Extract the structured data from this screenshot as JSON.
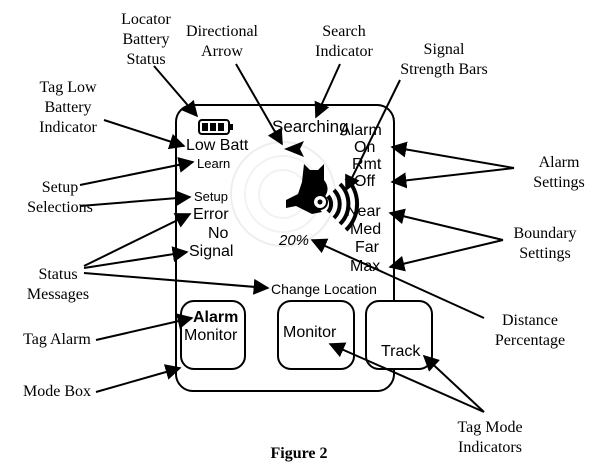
{
  "callouts": {
    "locator_battery_status": "Locator\nBattery\nStatus",
    "directional_arrow": "Directional\nArrow",
    "search_indicator": "Search\nIndicator",
    "signal_strength_bars": "Signal\nStrength Bars",
    "tag_low_battery_indicator": "Tag Low\nBattery\nIndicator",
    "setup_selections": "Setup\nSelections",
    "status_messages": "Status\nMessages",
    "tag_alarm": "Tag Alarm",
    "mode_box": "Mode Box",
    "alarm_settings": "Alarm\nSettings",
    "boundary_settings": "Boundary\nSettings",
    "distance_percentage": "Distance\nPercentage",
    "tag_mode_indicators": "Tag Mode\nIndicators",
    "figure_caption": "Figure 2"
  },
  "screen": {
    "searching": "Searching",
    "low_batt": "Low Batt",
    "learn": "Learn",
    "setup": "Setup",
    "error": "Error",
    "no": "No",
    "signal": "Signal",
    "distance_pct": "20%",
    "change_location": "Change Location",
    "alarm_header": "Alarm",
    "alarm_on": "On",
    "rmt": "Rmt",
    "alarm_off": "Off",
    "near": "Near",
    "med": "Med",
    "far": "Far",
    "max": "Max",
    "modes": [
      {
        "top": "Alarm",
        "bottom": "Monitor"
      },
      {
        "label": "Monitor"
      },
      {
        "label": "Track"
      }
    ]
  },
  "icons": [
    "battery-icon",
    "directional-arrow-icon",
    "dog-head-icon",
    "signal-bars-icon"
  ]
}
